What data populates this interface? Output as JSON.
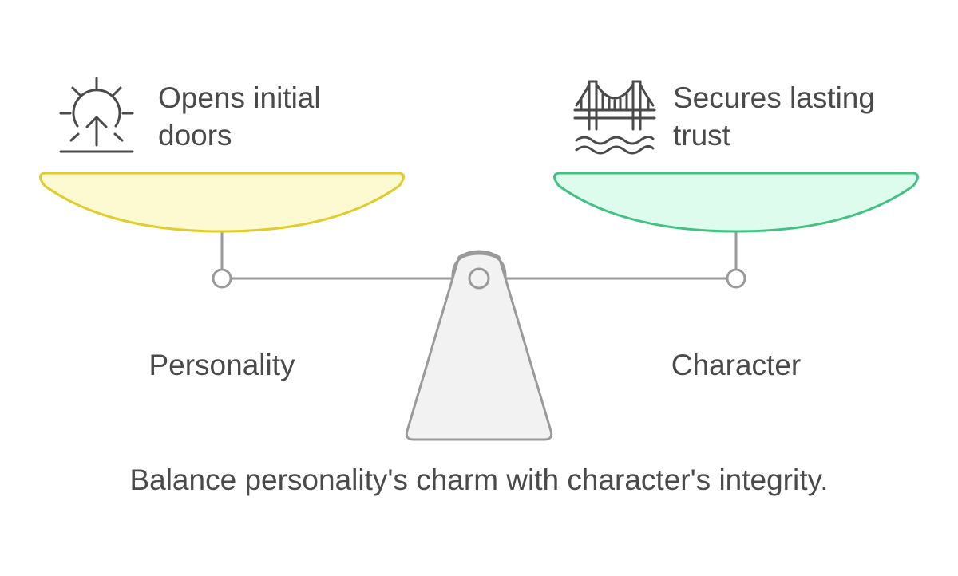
{
  "left_side": {
    "benefit_line1": "Opens initial",
    "benefit_line2": "doors",
    "icon": "sunrise-icon",
    "label": "Personality",
    "pan_fill": "#fdf9d0",
    "pan_stroke": "#e0cc2c"
  },
  "right_side": {
    "benefit_line1": "Secures lasting",
    "benefit_line2": "trust",
    "icon": "bridge-icon",
    "label": "Character",
    "pan_fill": "#defcee",
    "pan_stroke": "#42c282"
  },
  "caption": "Balance personality's charm with character's integrity.",
  "colors": {
    "beam": "#9a9a9a",
    "fulcrum_fill": "#f2f2f2",
    "text": "#4a4a4a"
  }
}
